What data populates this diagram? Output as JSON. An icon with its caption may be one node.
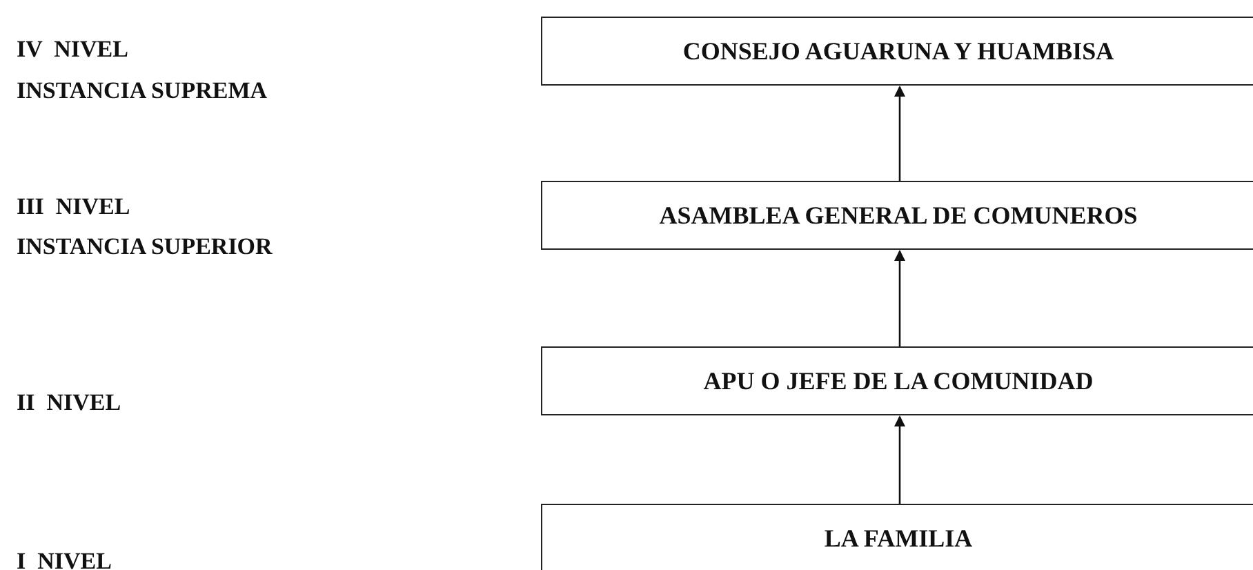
{
  "diagram": {
    "nodes": [
      {
        "text": [
          "CONSEJO AGUARUNA Y HUAMBISA"
        ]
      },
      {
        "text": [
          "ASAMBLEA GENERAL DE COMUNEROS"
        ]
      },
      {
        "text": [
          "APU O JEFE DE LA COMUNIDAD"
        ]
      },
      {
        "text": [
          "LA FAMILIA"
        ]
      }
    ],
    "edges": [
      {
        "from": 1,
        "to": 0,
        "arrow": "to"
      },
      {
        "from": 2,
        "to": 1,
        "arrow": "to"
      },
      {
        "from": 3,
        "to": 2,
        "arrow": "to"
      }
    ],
    "labels": [
      "IV  NIVEL",
      "INSTANCIA SUPREMA",
      "III  NIVEL",
      "INSTANCIA SUPERIOR",
      "II  NIVEL",
      "I  NIVEL"
    ]
  }
}
